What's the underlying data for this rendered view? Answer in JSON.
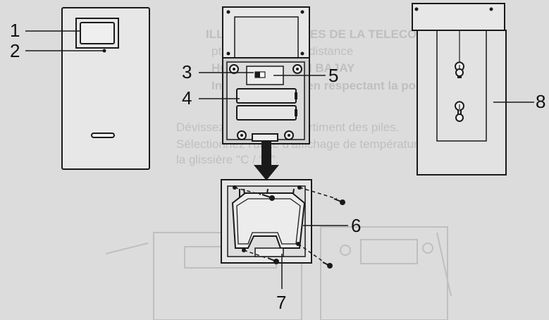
{
  "bleed_text": [
    "ILLATION DES PILES DE LA TELECOMMANDE",
    "pteur thermique à distance",
    "HONDE AIATMAH BAJAY",
    "Insérez les piles en respectant la polarité",
    "Dévissez le kit du compartiment des piles.",
    "Sélectionnez l'unité d'affichage de température à l'aide du",
    "la glissière \"C / °F\"."
  ],
  "callouts": {
    "c1": "1",
    "c2": "2",
    "c3": "3",
    "c4": "4",
    "c5": "5",
    "c6": "6",
    "c7": "7",
    "c8": "8"
  },
  "colors": {
    "background": "#dcdcdc",
    "line": "#1a1a1a",
    "ghost": "#a8a8a8"
  }
}
